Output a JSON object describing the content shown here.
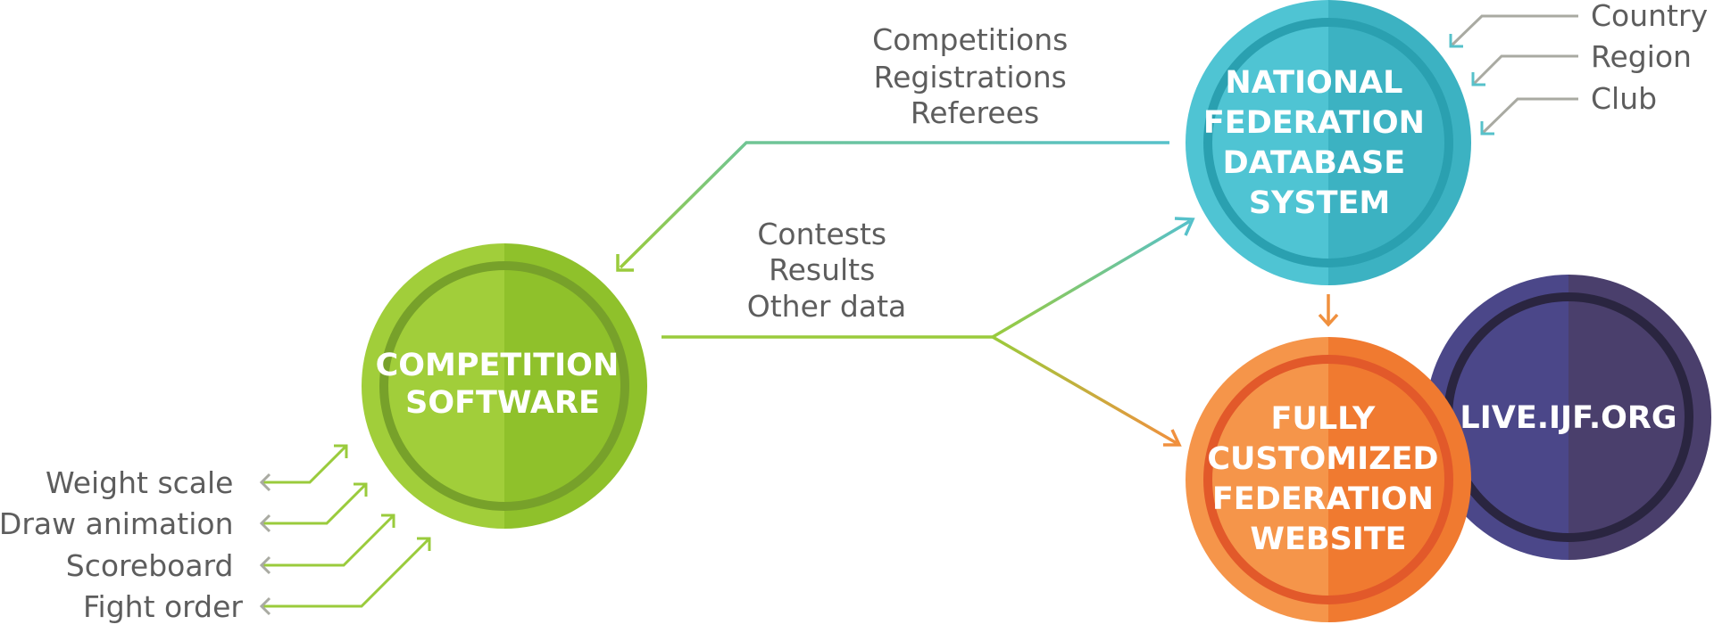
{
  "top_flow": {
    "lines": [
      "Competitions",
      "Registrations",
      "Referees"
    ]
  },
  "middle_flow": {
    "lines": [
      "Contests",
      "Results",
      "Other data"
    ]
  },
  "geo_inputs": [
    "Country",
    "Region",
    "Club"
  ],
  "device_outputs": [
    "Weight scale",
    "Draw animation",
    "Scoreboard",
    "Fight order"
  ],
  "nodes": {
    "database": {
      "lines": [
        "NATIONAL",
        "FEDERATION",
        "DATABASE",
        "SYSTEM"
      ],
      "color_left": "#4fc4d3",
      "color_right": "#3cb2c2",
      "ring": "#2aa0b0"
    },
    "software": {
      "lines": [
        "COMPETITION",
        "SOFTWARE"
      ],
      "color_left": "#a1ce3a",
      "color_right": "#8fc12b",
      "ring": "#77a12a"
    },
    "website": {
      "lines": [
        "FULLY",
        "CUSTOMIZED",
        "FEDERATION",
        "WEBSITE"
      ],
      "color_left": "#f5954a",
      "color_right": "#f07a30",
      "ring": "#e2592a"
    },
    "live": {
      "lines": [
        "LIVE.IJF.ORG"
      ],
      "color_left": "#4b4789",
      "color_right": "#4a3f6c",
      "ring": "#2a2540"
    }
  },
  "colors": {
    "teal": "#56c1ca",
    "green": "#9acb3c",
    "orange": "#f0903e",
    "gray_arrow": "#a9aaa2",
    "label_text": "#5d5d5d"
  }
}
